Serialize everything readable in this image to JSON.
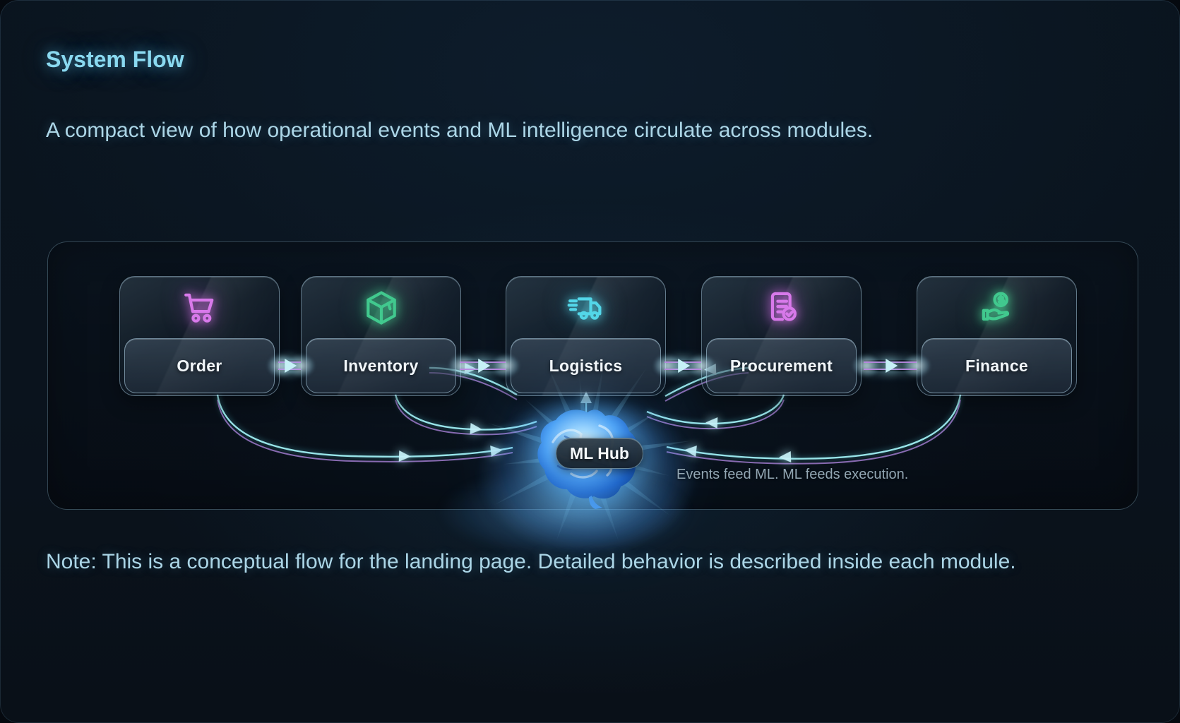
{
  "page": {
    "title": "System Flow",
    "subtitle": "A compact view of how operational events and ML intelligence circulate across modules.",
    "note": "Note: This is a conceptual flow for the landing page. Detailed behavior is described inside each module."
  },
  "diagram": {
    "modules": [
      {
        "label": "Order",
        "icon": "shopping-cart-icon",
        "accent": "#d879ea",
        "glow": "magenta"
      },
      {
        "label": "Inventory",
        "icon": "package-box-icon",
        "accent": "#41c98e",
        "glow": "green"
      },
      {
        "label": "Logistics",
        "icon": "delivery-truck-icon",
        "accent": "#53d6e8",
        "glow": "cyan"
      },
      {
        "label": "Procurement",
        "icon": "document-check-icon",
        "accent": "#d879ea",
        "glow": "magenta"
      },
      {
        "label": "Finance",
        "icon": "hand-coin-icon",
        "accent": "#41c98e",
        "glow": "green"
      }
    ],
    "edges": [
      {
        "from": "Order",
        "to": "Inventory",
        "kind": "chain"
      },
      {
        "from": "Inventory",
        "to": "Logistics",
        "kind": "chain"
      },
      {
        "from": "Logistics",
        "to": "Procurement",
        "kind": "chain"
      },
      {
        "from": "Procurement",
        "to": "Finance",
        "kind": "chain"
      },
      {
        "from": "Order",
        "to": "ML Hub",
        "kind": "feed"
      },
      {
        "from": "Inventory",
        "to": "ML Hub",
        "kind": "feed"
      },
      {
        "from": "Procurement",
        "to": "ML Hub",
        "kind": "feed"
      },
      {
        "from": "Finance",
        "to": "ML Hub",
        "kind": "feed"
      },
      {
        "from": "ML Hub",
        "to": "Logistics",
        "kind": "execute"
      }
    ],
    "hub": {
      "label": "ML Hub",
      "caption": "Events feed ML. ML feeds execution."
    },
    "colors": {
      "flow_cyan": "#9feef2",
      "flow_purple": "#a77fd6",
      "flow_glow": "#5fd8e8",
      "title_accent": "#8ad9f0",
      "body_text": "#acd6e7",
      "caption_text": "#93a7b4"
    }
  }
}
